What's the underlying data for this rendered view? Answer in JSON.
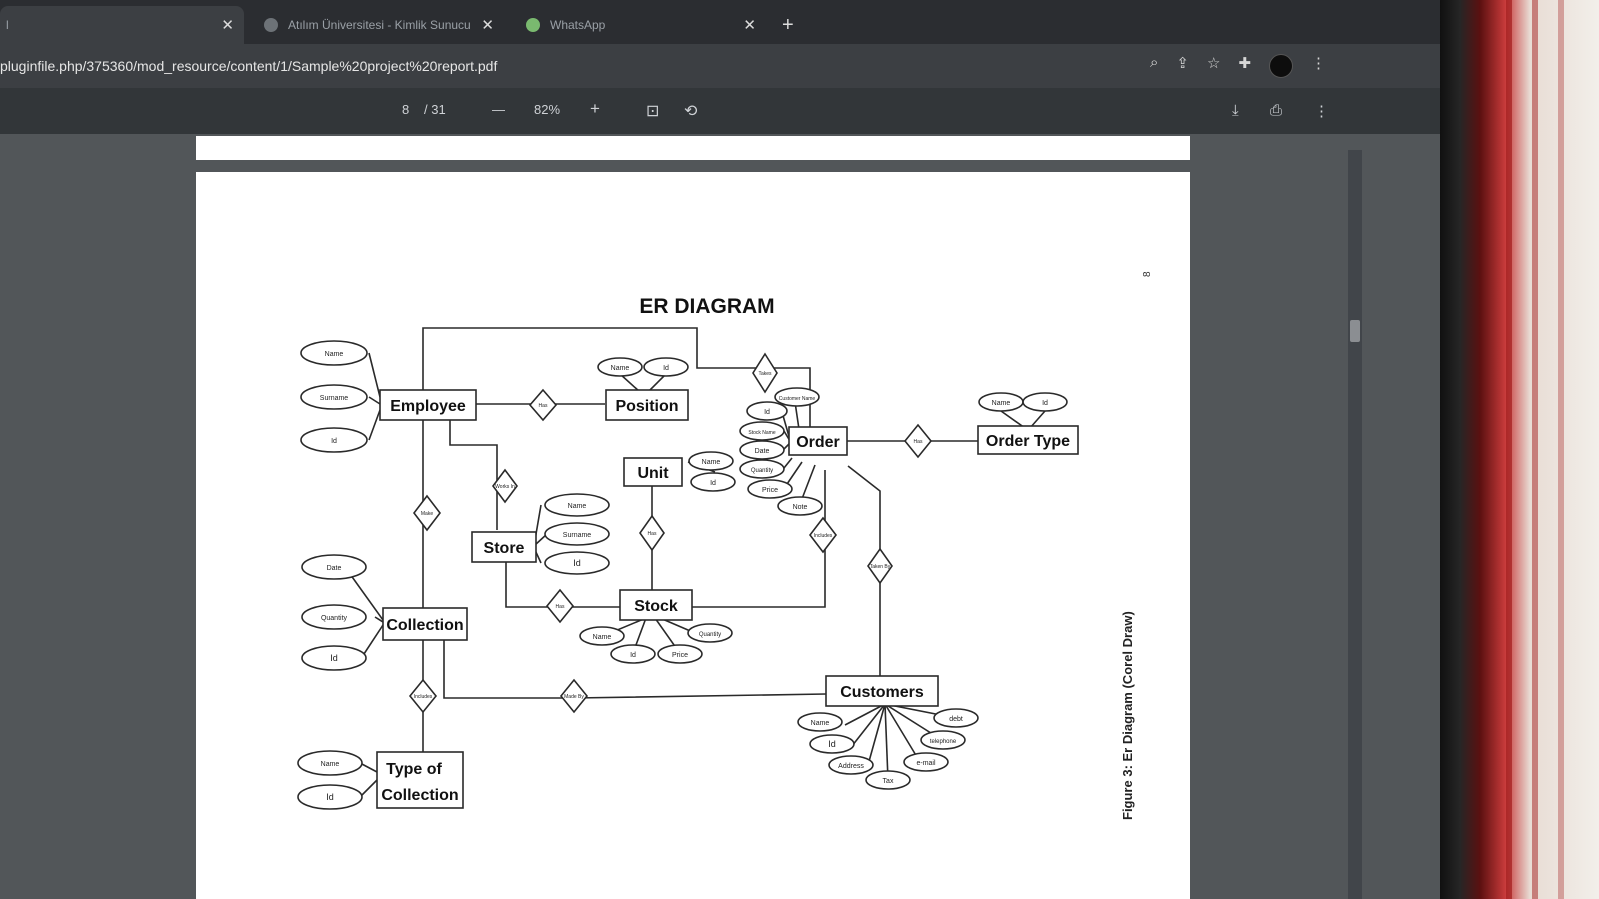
{
  "browser": {
    "tabs": [
      {
        "title": "l",
        "active": true
      },
      {
        "title": "Atılım Üniversitesi - Kimlik Sunucu",
        "active": false
      },
      {
        "title": "WhatsApp",
        "active": false
      }
    ],
    "new_tab": "+",
    "url": "pluginfile.php/375360/mod_resource/content/1/Sample%20project%20report.pdf"
  },
  "pdf_toolbar": {
    "page_current": "8",
    "page_total": "/ 31",
    "zoom_out": "—",
    "zoom": "82%",
    "zoom_in": "+"
  },
  "document": {
    "page_number": "8",
    "title": "ER DIAGRAM",
    "figure_caption": "Figure 3: Er Diagram (Corel Draw)",
    "entities": {
      "employee": "Employee",
      "position": "Position",
      "order": "Order",
      "order_type": "Order Type",
      "unit": "Unit",
      "store": "Store",
      "stock": "Stock",
      "collection": "Collection",
      "customers": "Customers",
      "type_of_collection_1": "Type of",
      "type_of_collection_2": "Collection"
    },
    "attributes": {
      "employee": [
        "Name",
        "Surname",
        "Id"
      ],
      "position": [
        "Name",
        "Id"
      ],
      "order": [
        "Customer Name",
        "Id",
        "Stock Name",
        "Date",
        "Quantity",
        "Price",
        "Note"
      ],
      "order_type": [
        "Name",
        "Id"
      ],
      "unit": [
        "Name",
        "Id"
      ],
      "store": [
        "Name",
        "Surname",
        "Id"
      ],
      "stock": [
        "Name",
        "Id",
        "Price",
        "Quantity"
      ],
      "collection": [
        "Date",
        "Quantity",
        "Id"
      ],
      "type_of_collection": [
        "Name",
        "Id"
      ],
      "customers": [
        "Name",
        "Id",
        "Address",
        "Tax",
        "e-mail",
        "telephone",
        "debt"
      ]
    },
    "relationships": {
      "employee_position": "Has",
      "employee_order": "Takes",
      "employee_store": "Works In",
      "employee_collection": "Make",
      "order_ordertype": "Has",
      "unit_stock": "Has",
      "store_stock": "Has",
      "order_stock": "Includes",
      "order_customers": "Taken By",
      "collection_customers": "Made By",
      "collection_type": "Includes"
    }
  }
}
